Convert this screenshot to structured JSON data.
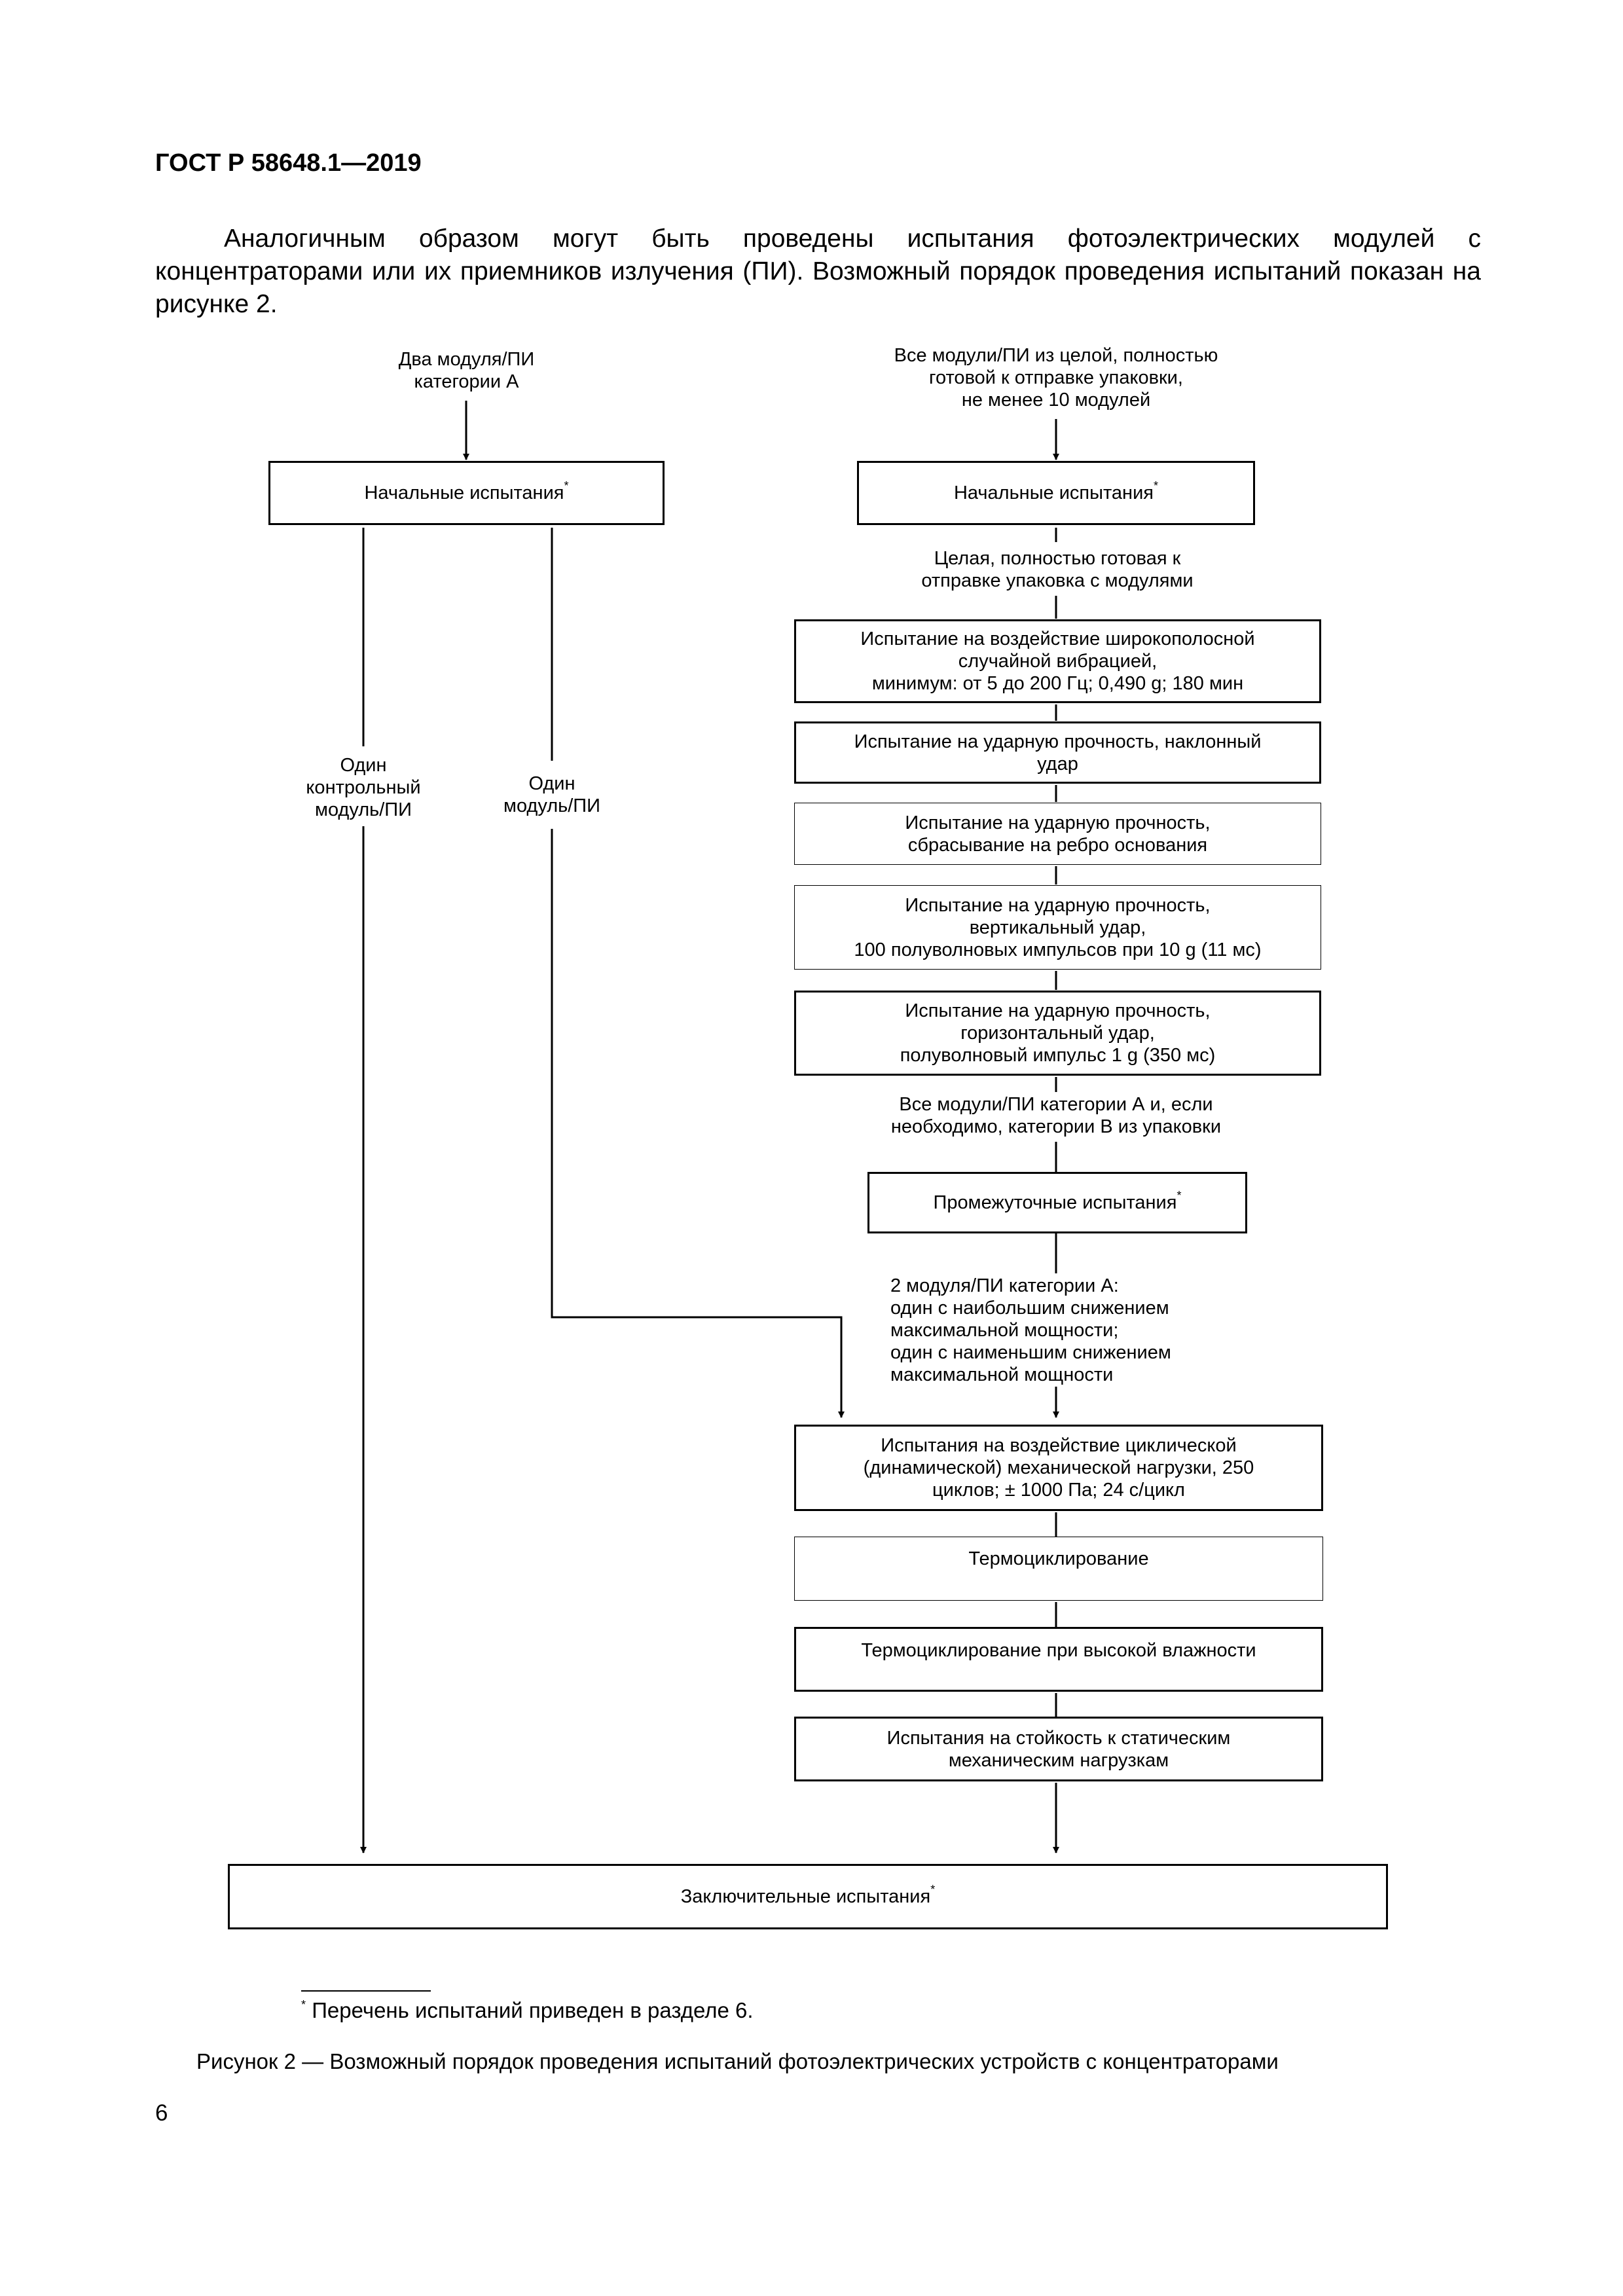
{
  "header": {
    "doc_id": "ГОСТ Р 58648.1—2019"
  },
  "intro": {
    "text": "Аналогичным образом могут быть проведены испытания фотоэлектрических модулей с концентраторами или их приемников излучения (ПИ). Возможный порядок проведения испытаний показан на рисунке 2."
  },
  "flowchart": {
    "left_source": [
      "Два модуля/ПИ",
      "категории А"
    ],
    "right_source": [
      "Все модули/ПИ из целой, полностью",
      "готовой к отправке упаковки,",
      "не менее 10 модулей"
    ],
    "left_initial": {
      "text": "Начальные испытания",
      "mark": "*"
    },
    "right_initial": {
      "text": "Начальные испытания",
      "mark": "*"
    },
    "package_label": [
      "Целая, полностью готовая к",
      "отправке упаковка с модулями"
    ],
    "control_label": [
      "Один",
      "контрольный",
      "модуль/ПИ"
    ],
    "one_label": [
      "Один",
      "модуль/ПИ"
    ],
    "vibration": [
      "Испытание на воздействие широкополосной",
      "случайной вибрацией,",
      "минимум: от 5 до 200 Гц; 0,490 g; 180 мин"
    ],
    "inclined": [
      "Испытание на ударную прочность, наклонный",
      "удар"
    ],
    "edge_drop": [
      "Испытание на ударную прочность,",
      "сбрасывание на ребро основания"
    ],
    "vertical": [
      "Испытание на ударную прочность,",
      "вертикальный удар,",
      "100 полуволновых импульсов при 10 g (11 мс)"
    ],
    "horizontal": [
      "Испытание на ударную прочность,",
      "горизонтальный удар,",
      "полуволновый импульс 1 g (350 мс)"
    ],
    "all_modules_label": [
      "Все модули/ПИ категории А и, если",
      "необходимо, категории В из упаковки"
    ],
    "intermediate": {
      "text": "Промежуточные испытания",
      "mark": "*"
    },
    "two_modules_label": [
      "2 модуля/ПИ категории А:",
      "один с наибольшим снижением",
      "максимальной мощности;",
      "один с наименьшим снижением",
      "максимальной мощности"
    ],
    "cyclic": [
      "Испытания на воздействие циклической",
      "(динамической) механической нагрузки, 250",
      "циклов; ± 1000 Па; 24 с/цикл"
    ],
    "thermocycling": "Термоциклирование",
    "humidity": "Термоциклирование при высокой влажности",
    "static": [
      "Испытания на стойкость к статическим",
      "механическим нагрузкам"
    ],
    "final": {
      "text": "Заключительные испытания",
      "mark": "*"
    }
  },
  "footnote": {
    "mark": "*",
    "text": "Перечень испытаний приведен в разделе 6."
  },
  "caption": "Рисунок 2 — Возможный порядок проведения испытаний фотоэлектрических устройств с концентраторами",
  "page_number": "6"
}
